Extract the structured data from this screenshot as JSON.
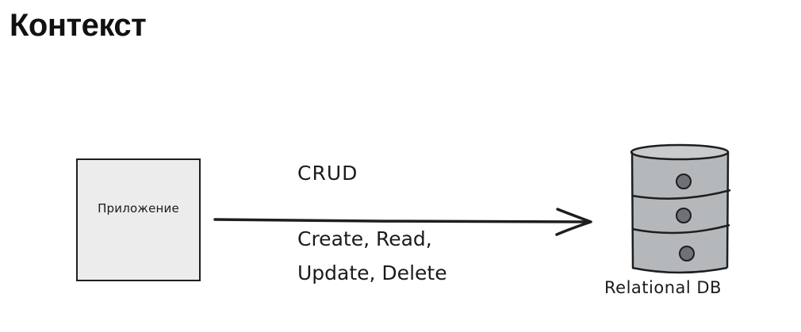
{
  "title": "Контекст",
  "diagram": {
    "application": {
      "label": "Приложение"
    },
    "arrow": {
      "label": "CRUD",
      "operations_line1": "Create, Read,",
      "operations_line2": "Update, Delete"
    },
    "database": {
      "label": "Relational DB"
    }
  },
  "colors": {
    "box_fill": "#ececec",
    "db_fill": "#b5b8bb",
    "stroke": "#1e1e1e",
    "dot": "#6e7176"
  }
}
